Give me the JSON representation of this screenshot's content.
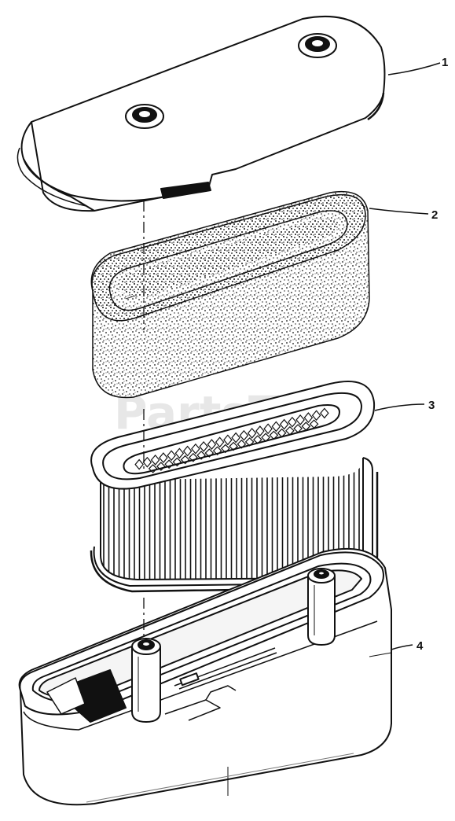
{
  "diagram": {
    "watermark": "PartsTree",
    "parts": [
      {
        "number": "1",
        "name": "air-cleaner-cover"
      },
      {
        "number": "2",
        "name": "foam-pre-cleaner"
      },
      {
        "number": "3",
        "name": "paper-filter-cartridge"
      },
      {
        "number": "4",
        "name": "air-cleaner-base"
      }
    ]
  }
}
